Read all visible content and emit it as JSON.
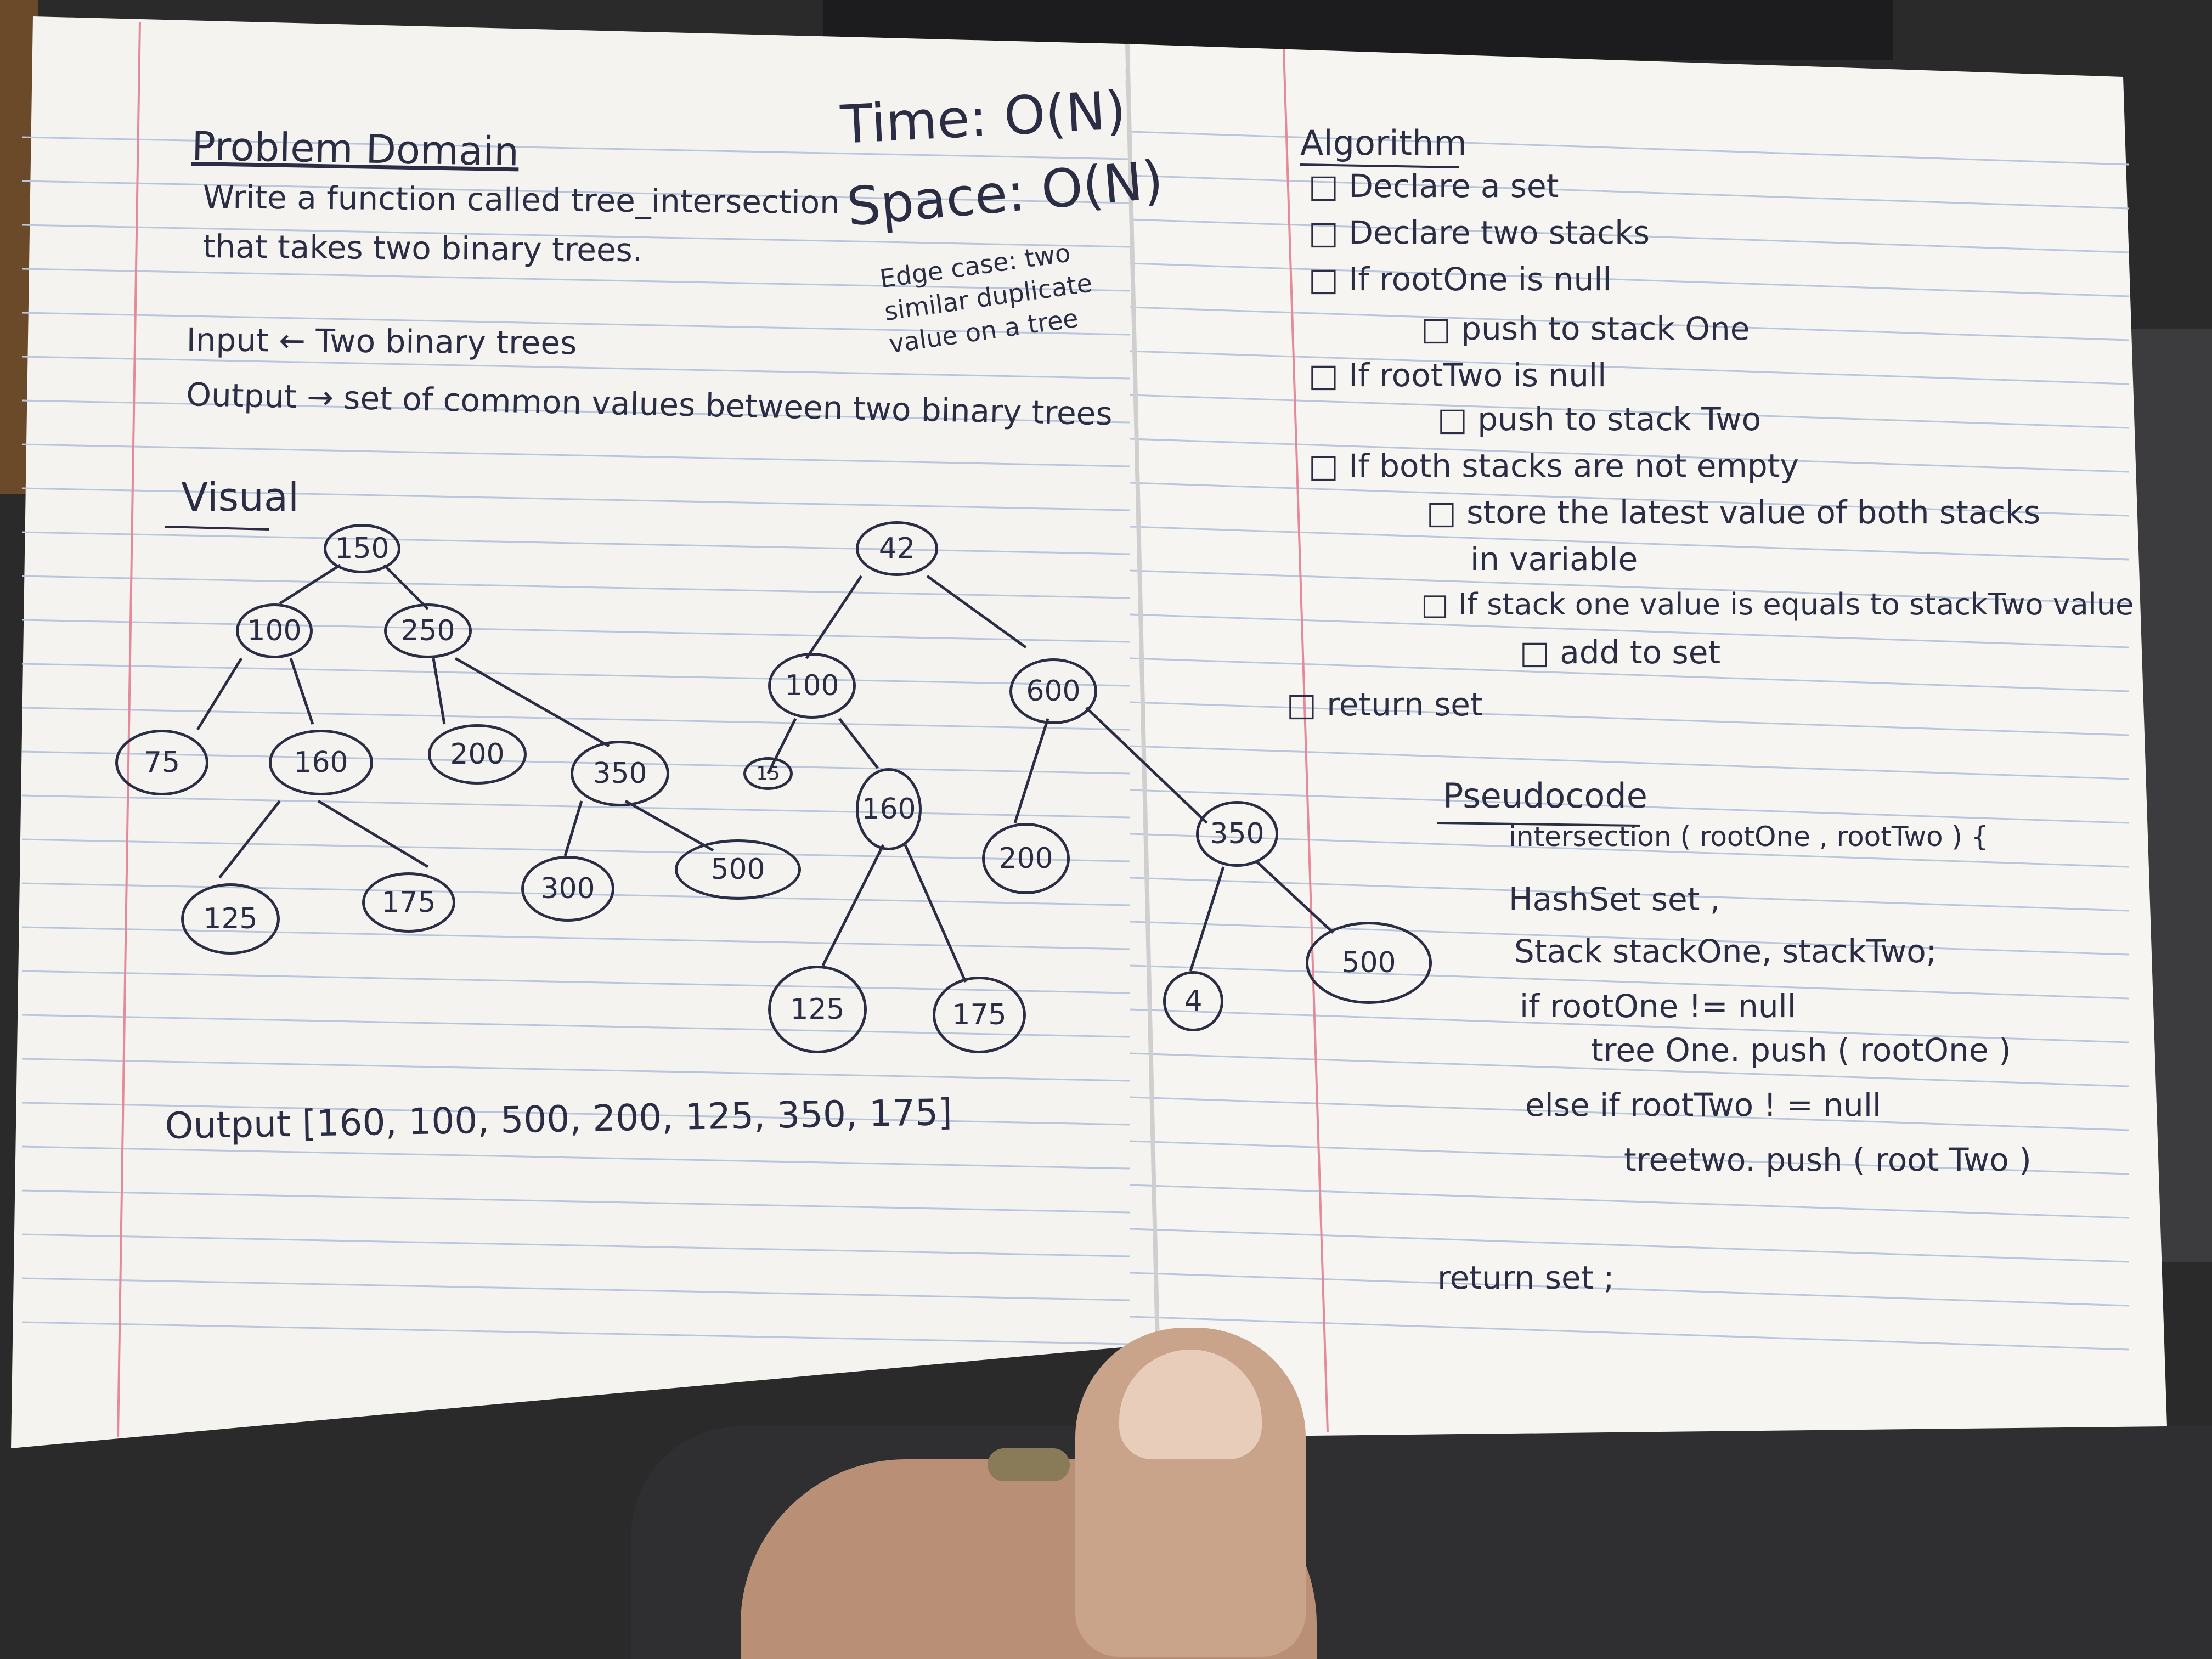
{
  "problem_domain": {
    "title": "Problem Domain",
    "line1": "Write a function called tree_intersection",
    "line2": "that takes two binary trees.",
    "time": "Time: O(N)",
    "space": "Space: O(N)",
    "edge_case": "Edge case: two similar duplicate value on a tree",
    "input": "Input ← Two binary trees",
    "output": "Output → set of common values between two binary trees"
  },
  "visual": {
    "label": "Visual",
    "tree_one": [
      "150",
      "100",
      "250",
      "75",
      "160",
      "200",
      "350",
      "125",
      "175",
      "300",
      "500"
    ],
    "tree_two": [
      "42",
      "100",
      "600",
      "15",
      "160",
      "200",
      "350",
      "125",
      "175",
      "4",
      "500"
    ],
    "output_line": "Output [160, 100, 500, 200, 125, 350, 175]"
  },
  "algorithm": {
    "title": "Algorithm",
    "steps": [
      "□ Declare   a set",
      "□ Declare   two stacks",
      "□ If  rootOne  is  null",
      "□ push  to stack One",
      "□  If  rootTwo  is  null",
      "□ push  to  stack Two",
      "□  If  both stacks are not empty",
      "□ store  the  latest value of both stacks",
      "in    variable",
      "□ If  stack one value  is  equals  to  stackTwo value",
      "□ add  to  set",
      "□ return  set"
    ]
  },
  "pseudocode": {
    "title": "Pseudocode",
    "lines": [
      "intersection ( rootOne ,  rootTwo ) {",
      "HashSet  set ,",
      "Stack  stackOne,  stackTwo;",
      "if  rootOne != null",
      "tree One. push ( rootOne )",
      "else if  rootTwo ! = null",
      "treetwo.  push ( root Two )",
      "return  set ;"
    ]
  }
}
